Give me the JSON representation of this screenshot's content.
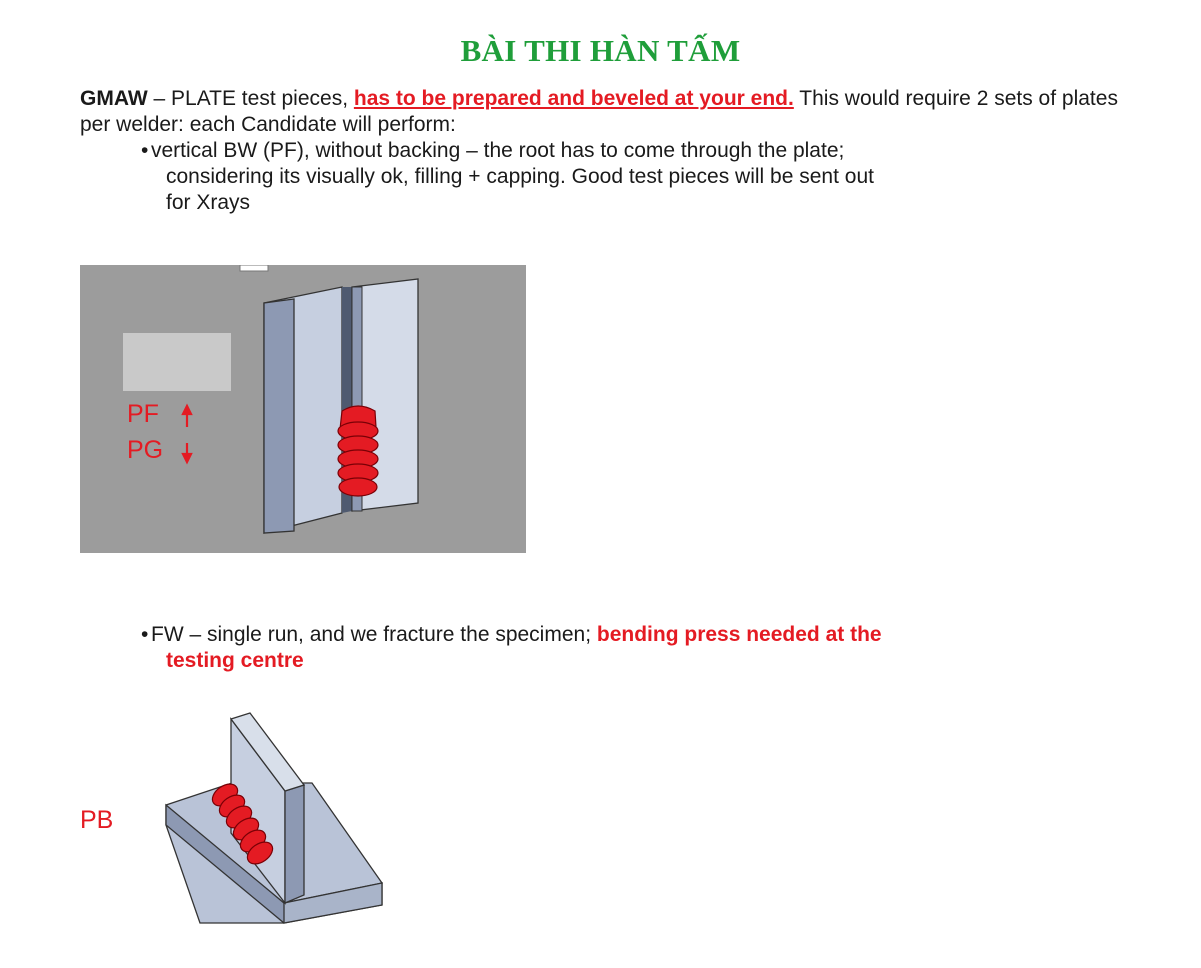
{
  "title": "BÀI THI HÀN TẤM",
  "intro": {
    "lead_bold": "GMAW",
    "lead_text": " – PLATE test pieces, ",
    "highlight": "has to be prepared and beveled at your end.",
    "tail_text": " This would require 2 sets of plates per welder: each Candidate will perform:"
  },
  "bullet1": {
    "line1": "vertical BW (PF),  without backing – the root has to come through the plate;",
    "line2": "considering its visually ok, filling + capping. Good test pieces will be sent out",
    "line3": "for Xrays"
  },
  "figure1": {
    "label_up": "PF",
    "label_down": "PG"
  },
  "bullet2": {
    "text": "FW – single run, and we fracture the specimen; ",
    "highlight_line1": "bending press needed at the",
    "highlight_line2": "testing centre"
  },
  "figure2": {
    "label": "PB"
  },
  "colors": {
    "title": "#1f9e3a",
    "highlight": "#e41b23",
    "plate": "#c6cfe0",
    "weld": "#e41b23"
  }
}
